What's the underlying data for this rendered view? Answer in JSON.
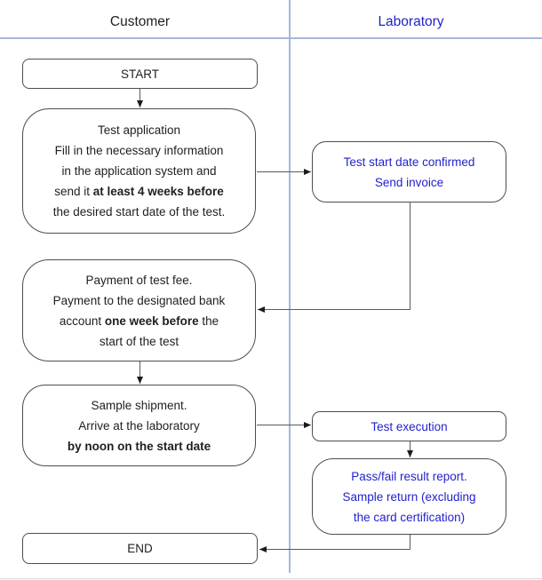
{
  "header": {
    "customer": "Customer",
    "laboratory": "Laboratory"
  },
  "colors": {
    "lane_divider_blue": "#a3b8da",
    "laboratory_text_blue": "#2222cc",
    "box_border_gray": "#4d4d4d",
    "connector_gray": "#5a5a5a",
    "text_black": "#1f1f1f"
  },
  "customer": {
    "start": {
      "label": "START"
    },
    "test_application": {
      "line1": "Test application",
      "line2": "Fill in the necessary information",
      "line3": "in the application system and",
      "line4_pre": "send it ",
      "line4_bold": "at least 4 weeks before",
      "line5": "the desired start date of the test."
    },
    "payment": {
      "line1": "Payment of test fee.",
      "line2": "Payment to the designated bank",
      "line3_pre": "account ",
      "line3_bold": "one week before",
      "line3_post": " the",
      "line4": "start of the test"
    },
    "sample_shipment": {
      "line1": "Sample shipment.",
      "line2": "Arrive at the laboratory",
      "line3_bold": "by noon on the start date"
    },
    "end": {
      "label": "END"
    }
  },
  "laboratory": {
    "confirm": {
      "line1": "Test start date confirmed",
      "line2": "Send invoice"
    },
    "execution": {
      "line1": "Test execution"
    },
    "result": {
      "line1": "Pass/fail result report.",
      "line2": "Sample return (excluding",
      "line3": "the card certification)"
    }
  }
}
